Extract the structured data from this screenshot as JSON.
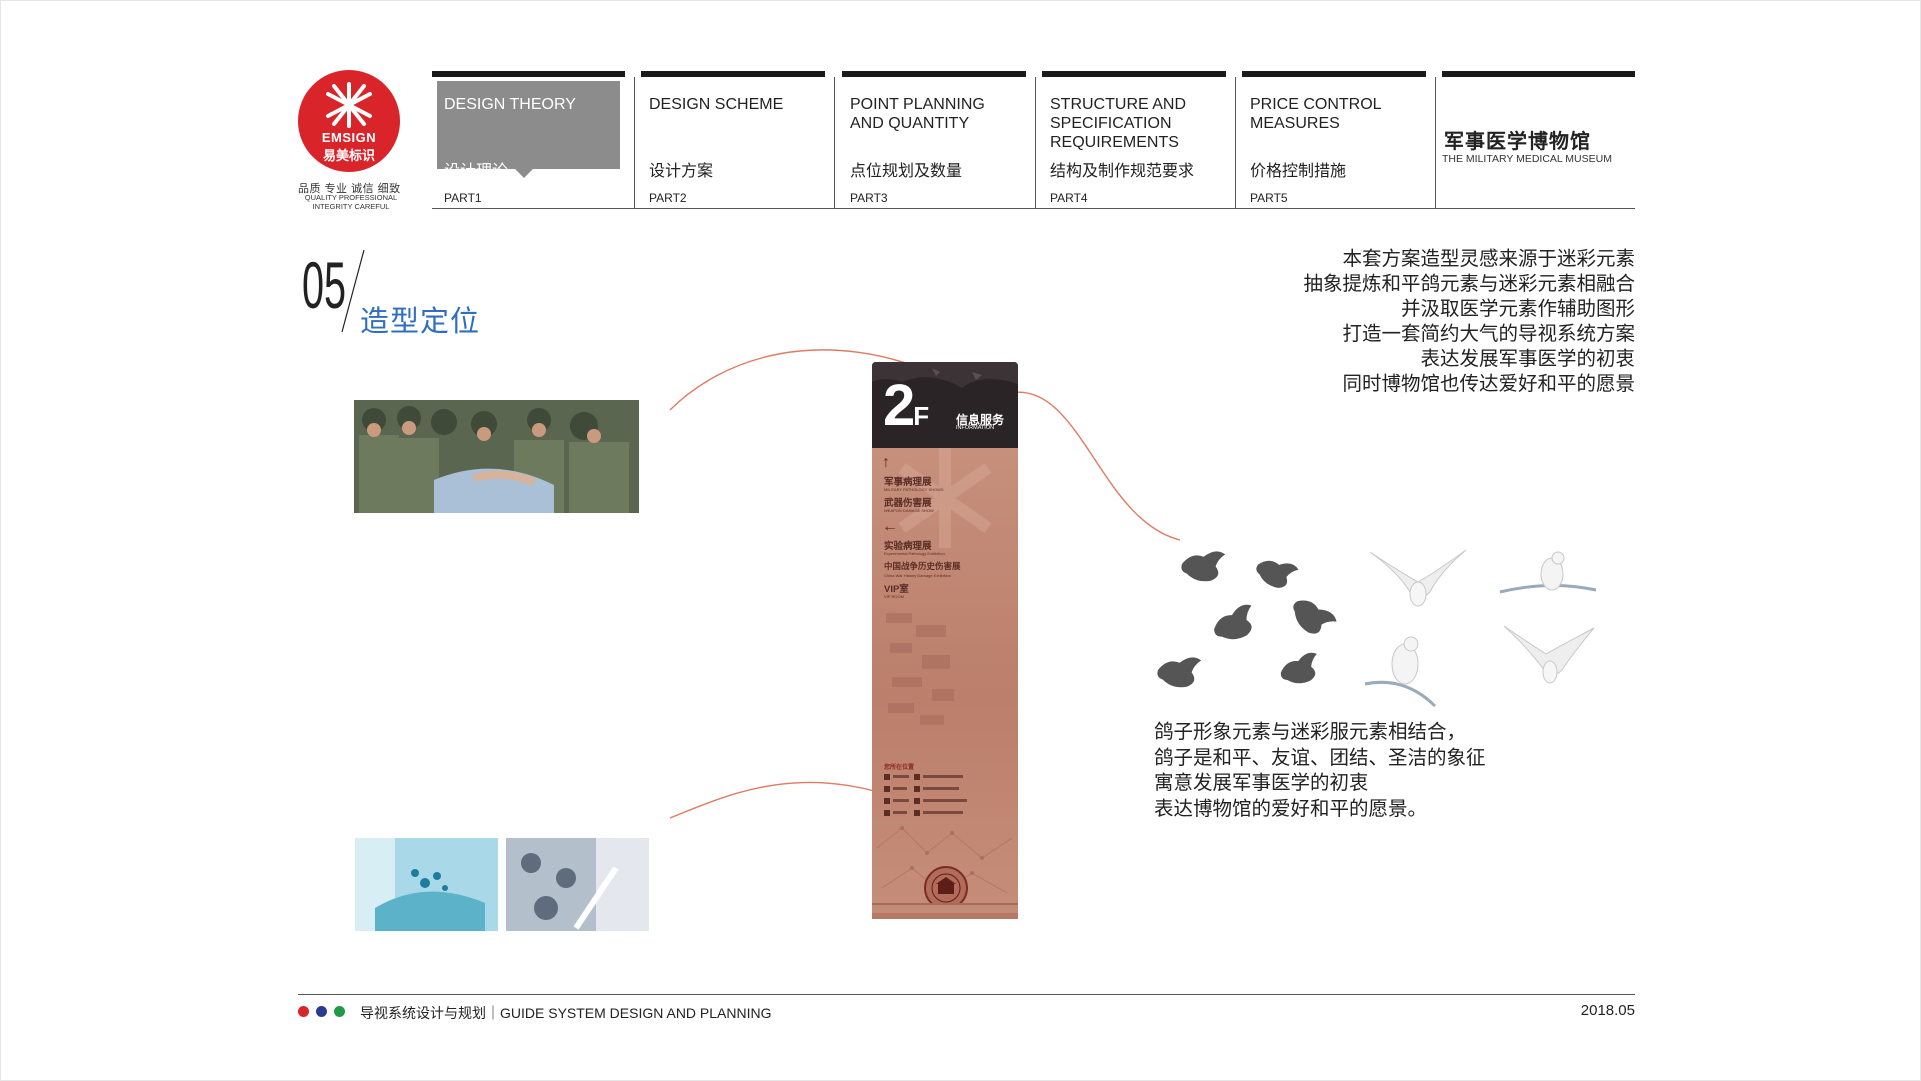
{
  "brand": {
    "name_en": "EMSIGN",
    "name_cn": "易美标识",
    "slogan_cn": "品质 专业 诚信 细致",
    "slogan_en": "QUALITY PROFESSIONAL INTEGRITY CAREFUL",
    "color": "#d9252a"
  },
  "tabs": [
    {
      "en": "DESIGN THEORY",
      "cn": "设计理论",
      "part": "PART1",
      "active": true
    },
    {
      "en": "DESIGN SCHEME",
      "cn": "设计方案",
      "part": "PART2",
      "active": false
    },
    {
      "en": "POINT PLANNING AND QUANTITY",
      "cn": "点位规划及数量",
      "part": "PART3",
      "active": false
    },
    {
      "en": "STRUCTURE AND SPECIFICATION REQUIREMENTS",
      "cn": "结构及制作规范要求",
      "part": "PART4",
      "active": false
    },
    {
      "en": "PRICE CONTROL MEASURES",
      "cn": "价格控制措施",
      "part": "PART5",
      "active": false
    }
  ],
  "museum": {
    "cn": "军事医学博物馆",
    "en": "THE MILITARY MEDICAL MUSEUM"
  },
  "section": {
    "number": "05",
    "title": "造型定位",
    "title_color": "#2f6ec2"
  },
  "intro_lines": [
    "本套方案造型灵感来源于迷彩元素",
    "抽象提炼和平鸽元素与迷彩元素相融合",
    "并汲取医学元素作辅助图形",
    "打造一套简约大气的导视系统方案",
    "表达发展军事医学的初衷",
    "同时博物馆也传达爱好和平的愿景"
  ],
  "sign": {
    "floor": "2",
    "floor_suffix": "F",
    "info_cn": "信息服务",
    "info_en": "INFORMATION",
    "items": [
      {
        "cn": "军事病理展",
        "en": "MILITARY PATHOLOGY SHOWS"
      },
      {
        "cn": "武器伤害展",
        "en": "WEAPON DAMAGE SHOW"
      },
      {
        "cn": "实验病理展",
        "en": "Experimental Pathology Exhibition"
      },
      {
        "cn": "中国战争历史伤害展",
        "en": "China War History Damage Exhibition"
      },
      {
        "cn": "VIP室",
        "en": "VIP ROOM"
      }
    ],
    "legend": "您所在位置"
  },
  "dove_caption_lines": [
    "鸽子形象元素与迷彩服元素相结合，",
    "鸽子是和平、友谊、团结、圣洁的象征",
    "寓意发展军事医学的初衷",
    "表达博物馆的爱好和平的愿景。"
  ],
  "footer": {
    "text": "导视系统设计与规划｜GUIDE SYSTEM DESIGN AND PLANNING",
    "date": "2018.05",
    "dot_colors": [
      "#d9252a",
      "#2b3990",
      "#1e9a48"
    ]
  },
  "accent_curve_color": "#e07a62"
}
